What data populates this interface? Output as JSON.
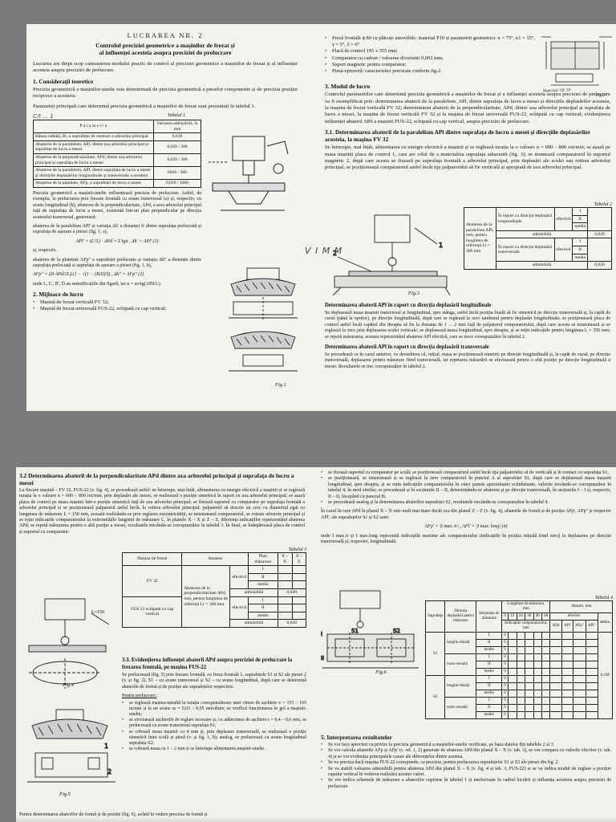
{
  "top": {
    "title": "LUCRAREA NR. 2",
    "subtitle_1": "Controlul preciziei geometrice a mașinilor de frezat și",
    "subtitle_2": "al influenței acesteia asupra preciziei de prelucrare",
    "purpose": "Lucrarea are drept scop cunoașterea modului practic de control al preciziei geometrice a mașinilor de frezat și al influenței acesteia asupra preciziei de prelucrare.",
    "s1_heading": "1. Considerații teoretice",
    "s1_p1": "Precizia geometrică a mașinilor-unelte este determinată de precizia geometrică a pieselor componente și de precizia poziției reciproce a acestora.",
    "s1_p2": "Parametrii principali care determină precizia geometrică a mașinilor de frezat sunt prezentați în tabelul 1.",
    "table1": {
      "caption": "Tabelul 1",
      "handwritten": "C/t ... 1",
      "col_param": "P a r a m e t r u",
      "col_value": "Valoarea admisibilă, în mm",
      "rows": [
        {
          "param": "Bătaia radială, Br, a suprafeței de centrare a arborelui principal",
          "value": "0,010"
        },
        {
          "param": "Abaterea de la paralelism, APl, dintre axa arborelui principal și suprafața de lucru a mesei",
          "value": "0,020 / 300"
        },
        {
          "param": "Abaterea de la perpendicularitate, APd, dintre axa arborelui principal și suprafața de lucru a mesei",
          "value": "0,020 / 300"
        },
        {
          "param": "Abaterea de la paralelism, APl, dintre suprafața de lucru a mesei și direcțiile deplasărilor longitudinale și transversale a acesteia",
          "value": "0020 / 300"
        },
        {
          "param": "Abaterea de la planitate, AFp, a suprafeței de lucru a mesei",
          "value": "0,030 / 1000"
        }
      ]
    },
    "left_p3": "Precizia geometrică a mașinii-unelte influențează precizia de prelucrare. Astfel, de exemplu, la prelucrarea prin frezare frontală cu avans transversal (a) și, respectiv, cu avans longitudinal (b), abaterea de la perpendicularitate, APd, a axei arborelui principal față de suprafața de lucru a mesei, existentă într-un plan perpendicular pe direcția avansului transversal, generează:",
    "left_p4": "abaterea de la paralelism APl' și variația Δh' a distanței h' dintre suprafața prelucrată și suprafața de așezare a piesei (fig. 1, a),",
    "formula_1": "APl' = (L'/L) · APd = L'tgα ,     Δh' = APl'      (1)",
    "left_p5": "și, respectiv,",
    "left_p6": "abaterea de la planitate AFp\" a suprafeței prelucrate și variația Δh\" a distanței dintre suprafața prelucrată și suprafața de așezare a piesei (fig. 1, b),",
    "formula_2": "AFp\" = (D·APd/2L)·(1 − √(1 − (B/D)²)) ,   Δh\" = AFp\"     (2)",
    "left_p7": "unde L, L', B', D au semnificațiile din figură, iar α = arctg(APd/L).",
    "s2_heading": "2. Mijloace de lucru",
    "s2_items": [
      "Mașină de frezat verticală FV 32;",
      "Mașină de frezat universală FUS-22, echipată cu cap vertical;"
    ],
    "fig1_caption": "Fig.1",
    "right_items": [
      "Freză frontală ϕ 80 cu plăcuțe amovibile: material P10 și parametrii geometrici: κ = 75°, κ1 = 15°, γ = 5°, λ = 6°",
      "Placă de control 195 x 355 mm;",
      "Comparator cu cadran / valoarea diviziunii 0,002 mm;",
      "Suport magnetic pentru comparator;",
      "Piesa-epruvetă: caracteristici precizate conform fig.2."
    ],
    "fig2_caption": "Fig.2",
    "fig2_label": "Material: OL 50",
    "s3_heading": "3. Modul de lucru",
    "s3_p1": "Controlul parametrilor care determină precizia geometrică a mașinilor de frezat și a influenței acesteia asupra preciziei de prelucrare va fi exemplificat prin: determinarea abaterii de la paralelism, APl, dintre suprafața de lucru a mesei și direcțiile deplasărilor acesteia, la mașina de frezat verticală FV 32; determinarea abaterii de la perpendicularitate, APd, dintre axa arborelui principal și suprafața de lucru a mesei, la mașina de frezat verticală FV 32 și la mașina de frezat universală FUS-22, echipată cu cap vertical; evidențierea influenței abaterii APd a mașinii FUS-22, echipată cu cap vertical, asupra preciziei de prelucrare.",
    "s31_heading": "3.1. Determinarea abaterii de la paralelism APl dintre suprafața de lucru a mesei și direcțiile deplasărilor acesteia, la mașina FV 32",
    "s31_p1": "Se întrerupe, mai întâi, alimentarea cu energie electrică a mașinii și se reglează turația la o valoare n = 600 – 800 rot/min; se așază pe masa mașinii placa de control 1, care are rolul de a materializa suprafața adiacentă (fig. 3); se montează comparatorul în suportul magnetic 2, după care acesta se fixează pe suprafața frontală a arborelui principal, prin deplasări ale sculei sau rotirea arborelui principal, se poziționează comparatorul astfel încât tija palpatorului să fie verticală și apropiată de axa arborelui principal.",
    "table2": {
      "caption": "Tabelul 2",
      "rows": [
        {
          "group": "În raport cu direcția deplasării longitudinale",
          "dir": "efectivă",
          "vals": [
            "I",
            "II",
            "media"
          ]
        },
        {
          "group": "În raport cu direcția deplasării transversale",
          "dir": "efectivă",
          "vals": [
            "I",
            "II",
            "media"
          ]
        }
      ],
      "side_label": "Abaterea de la paralelism APl, mm, pentru lungimea de referință Lr = 300 mm",
      "admisibila": "admisibilă",
      "value": "0,020"
    },
    "handwritten_vmm": "V I M M",
    "fig3_caption": "Fig.3",
    "long_heading": "Determinarea abaterii APl în raport cu direcția deplasării longitudinale",
    "long_p": "Se deplasează masa mașinii transversal și longitudinal, spre stânga, astfel încât poziția finală să fie simetrică pe direcție transversală și, la capăt de cursă (până la opritor), pe direcție longitudinală, după care se reglează la zero tamburul pentru deplasări longitudinale; se poziționează placa de control astfel încât capătul din dreapta să fie la distanța de 1 ... 2 mm față de palpatorul comparatorului, după care acesta se tensionează și se reglează la zero prin deplasarea sculei verticale; se deplasează masa longitudinal, spre dreapta, și se rețin indicațiile pentru lungimea L = 350 mm; se repetă măsurarea, aceasta reprezentând abaterea APl efectivă, care se trece corespunzător în tabelul 2.",
    "trans_heading": "Determinarea abaterii APl în raport cu direcția deplasării transversale",
    "trans_p": "Se procedează ca în cazul anterior, cu deosebirea că, inițial, masa se poziționează simetric pe direcție longitudinală și, la capăt de cursă, pe direcție transversală, deplasarea pentru măsurare fiind transversală, iar repetarea măsurării se efectuează pentru o altă poziție pe direcție longitudinală a mesei. Rezultatele se trec corespunzător în tabelul 2."
  },
  "bottom": {
    "s32_heading": "3.2 Determinarea abaterii de la perpendicularitate APd dintre axa arborelui principal și suprafața de lucru a mesei",
    "s32_p": "La fiecare mașină – FV 32, FUS-22 (v. fig. 4), se procedează astfel: se întrerupe, mai întâi, alimentarea cu energie electrică a mașinii și se reglează turația la o valoare n = 600 – 800 rot/min; prin deplasări ale mesei, se realizează o poziție simetrică în raport cu axa arborelui principal; se așază placa de control pe masa mașinii într-o poziție simetrică față de axa arborelui principal; se fixează suportul cu comparator pe suprafața frontală a arborelui principal și se poziționează palpatorul astfel încât, la rotirea arborelui principal, palpatorul să descrie un cerc cu diametrul egal cu lungimea de măsurare L = 150 mm, această realizându-se prin reglarea excentricității; se tensionează comparatorul, se rotește arborele principal și se rețin indicațiile comparatorului la extremitățile lungimii de măsurare L, în planele X – X și Z – Z, diferența indicațiilor reprezentând abaterea APd; se repetă măsurarea pentru o altă poziție a mesei, rezultatele trecându-se corespunzător în tabelul 3. În final, se îndepărtează placa de control și suportul cu comparator.",
    "table3": {
      "caption": "Tabelul 3",
      "h_masina": "Mașina de frezat",
      "h_abatere": "Abatere",
      "h_plan": "Plan măsurare",
      "h_xx": "X – X",
      "h_zz": "Z – Z",
      "side_label": "Abaterea de la perpendicularitate APd, mm, pentru lungimea de referință Lr = 300 mm",
      "machines": [
        "FV 32",
        "FUS 22 echipată cu cap vertical"
      ],
      "efectiva": "efectivă",
      "vals": [
        "I",
        "II",
        "media"
      ],
      "admisibila": "admisibilă",
      "value": "0,020"
    },
    "fig4_caption": "Fig.4",
    "fig4_label": "L=150",
    "s33_heading": "3.3. Evidențierea influenței abaterii APd asupra preciziei de prelucrare la frezarea frontală, pe mașina FUS-22",
    "s33_p": "Se prelucrează (fig. 5) prin frezare frontală, cu freza frontală 1, suprafețele S1 și S2 ale piesei 2 (v. și fig. 2), S1 – cu avans transversal și S2 – cu avans longitudinal, după care se determină abaterile de formă și de poziție ale suprafețelor respective.",
    "prel_heading": "Pentru prelucrare:",
    "prel_items": [
      "se reglează mașina-unealtă la turația corespunzătoare unei viteze de așchiere v = 155 – 165 m/min și la un avans sz = 0,03 – 0,05 mm/dinte; se verifică funcționarea în gol a mașinii-unelte;",
      "se efectuează așchierile de reglare necesare și, cu adâncimea de așchiere t = 0,4 – 0,6 mm, se prelucrează cu avans transversal suprafața S1;",
      "se coboară masa mașinii cu 4 mm și, prin deplasare transversală, se realizează o poziție simetrică între sculă și piesă (v. și fig. 1, b); analog, se prelucrează cu avans longitudinal suprafața S2;",
      "se coboară masa cu 1 – 2 mm și se întrerupe alimentarea mașinii-unelte."
    ],
    "fig5_caption": "Fig.5",
    "last_line": "Pentru determinarea abaterilor de formă și de poziție (fig. 6), având în vedere precizia de formă și",
    "right_items_1": [
      "se fixează suportul cu comparator pe sculă; se poziționează comparatorul astfel încât tija palpatorului să fie verticală și în contact cu suprafața S1;",
      "se poziționează, se tensionează și se reglează la zero comparatorul în punctul A al suprafeței S1, după care se deplasează masa mașinii longitudinal, spre dreapta, și se rețin indicațiile comparatorului în cinci puncte aproximativ echidistante, valorile trecându-se corespunzător în tabelul 4; în mod similar, se procedează și în secțiunile II – II, determinându-se abaterea și pe direcție transversală, în secțiunile I – I și, respectiv, II – II, începând cu punctul B;",
      "se procedează analog și la determinarea abaterilor suprafeței S2, rezultatele trecându-se corespunzător în tabelul 4."
    ],
    "apd_para": "În cazul în care APd în planul X – X este mult mai mare decât cea din planul Z – Z (v. fig. 4), abaterile de formă și de poziție AFp', AFp\" și respectiv APl', ale suprafețelor S1 și S2 sunt:",
    "formula_4": "AFp' = |I max. tr| ,      APl' = |I max. long|        (4)",
    "apd_para2": "unde I max.tr și I max.long reprezintă indicațiile maxime ale comparatorului (indicațiile în poziția inițială fiind zero) la deplasarea pe direcție transversală și, respectiv, longitudinală.",
    "table4": {
      "caption": "Tabelul 4",
      "h_suprafata": "Suprafața",
      "h_directia": "Direcția deplasării pentru măsurare",
      "h_sectiunea": "Secțiunea de măsurare",
      "h_lungimea": "Lungimea de măsurare, mm",
      "h_pos": [
        "0",
        "12",
        "24",
        "36",
        "48",
        "60"
      ],
      "h_indicatii": "Indicațiile comparatorului, mm",
      "h_abateri": "Abateri, mm",
      "h_efectiva": "efective",
      "h_admis": "admis.",
      "h_ab_cols": [
        "AFp'",
        "APl'",
        "AFp\"",
        "APl\""
      ],
      "surfaces": [
        "S1",
        "S2"
      ],
      "dirs": [
        "longitu-dinală",
        "trans-versală"
      ],
      "sections": [
        "I",
        "II",
        "medie"
      ],
      "zero": "0",
      "admis_value": "0,100"
    },
    "fig6_caption": "Fig.6",
    "s5_heading": "5. Interpretarea rezultatelor",
    "s5_items": [
      "Se vor face aprecieri cu privire la precizia geometrică a mașinilor-unelte verificate, pe baza datelor din tabelele 2 și 3.",
      "Se vor calcula abaterile AFp și AFp' (v. rel. 1, 2) generate de abaterea APd din planul X – X (v. tab. 3), se vor compara cu valorile efective (v. tab. 4) și se vor evidenția principalele cauze ale diferențelor dintre acestea.",
      "Se va preciza dacă mașina FUS-22 corespunde, ca precizie, pentru prelucrarea suprafețelor S1 și S2 ale piesei din fig. 2.",
      "Se va stabili valoarea admisibilă pentru abaterea APd din planul X – X (v. fig. 4 și tab. 3, FUS-22) și se va indica modul de reglare a poziției capului vertical în vederea realizării acestei valori.",
      "Se vor indica schemele de măsurare a abaterilor cuprinse în tabelul 1 și neefectuate în cadrul lucrării și influența acestora asupra preciziei de prelucrare."
    ]
  }
}
